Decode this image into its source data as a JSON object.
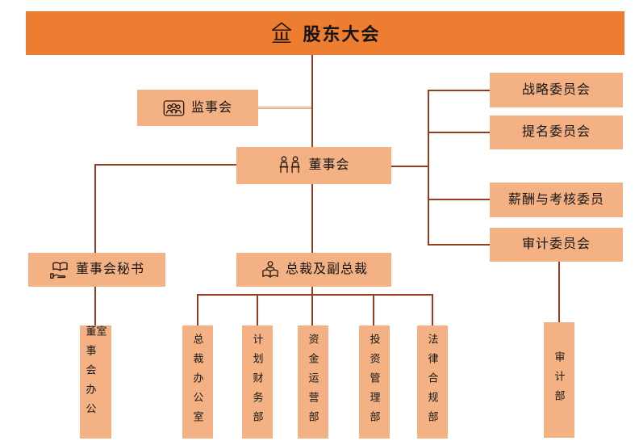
{
  "colors": {
    "banner_fill": "#ED7D31",
    "node_fill": "#F4B183",
    "connector": "#963D20",
    "connector_light": "#EFD0BE",
    "text": "#161616"
  },
  "org_chart": {
    "root": {
      "label": "股东大会",
      "icon": "bank-icon"
    },
    "supervisory": {
      "label": "监事会",
      "icon": "people-group-icon"
    },
    "board": {
      "label": "董事会",
      "icon": "seated-people-icon"
    },
    "committees": {
      "strategy": "战略委员会",
      "nomination": "提名委员会",
      "remuneration": "薪酬与考核委员",
      "audit": "审计委员会"
    },
    "secretary": {
      "label": "董事会秘书",
      "icon": "book-hand-icon"
    },
    "president": {
      "label": "总裁及副总裁",
      "icon": "person-book-icon"
    },
    "departments": {
      "board_office": "董事会办公室",
      "president_office": "总裁办公室",
      "planning_finance": "计划财务部",
      "capital_operations": "资金运营部",
      "investment_management": "投资管理部",
      "legal_compliance": "法律合规部",
      "audit": "审计部"
    }
  }
}
